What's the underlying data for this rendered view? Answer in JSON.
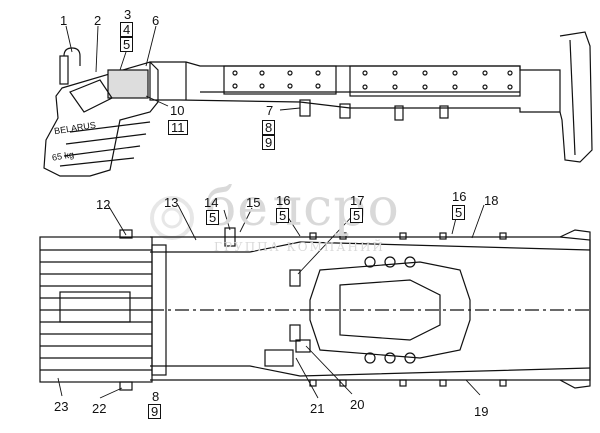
{
  "callouts": {
    "c1": "1",
    "c2": "2",
    "c3": "3",
    "c4": "4",
    "c5a": "5",
    "c6": "6",
    "c7": "7",
    "c8a": "8",
    "c9a": "9",
    "c10": "10",
    "c11": "11",
    "c12": "12",
    "c13": "13",
    "c14": "14",
    "c5b": "5",
    "c15": "15",
    "c16a": "16",
    "c5c": "5",
    "c17": "17",
    "c5d": "5",
    "c16b": "16",
    "c5e": "5",
    "c18": "18",
    "c19": "19",
    "c20": "20",
    "c21": "21",
    "c22": "22",
    "c8b": "8",
    "c9b": "9",
    "c23": "23"
  },
  "weight_plate": {
    "brand": "BELARUS",
    "mass": "65 kg"
  },
  "watermark": {
    "brand": "белсро",
    "subtitle": "ГРУППА КОМПАНИЙ"
  }
}
